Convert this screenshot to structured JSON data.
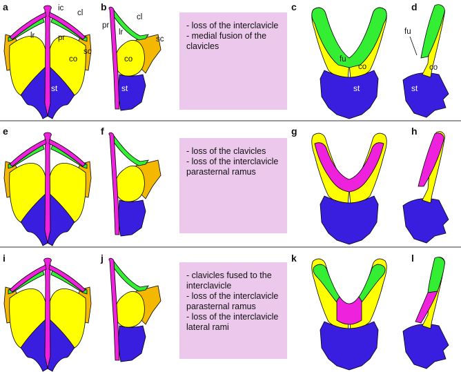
{
  "colors": {
    "sternum": "#3a1ee0",
    "coracoid": "#ffff00",
    "interclavicle": "#ee22dd",
    "clavicle": "#33ee33",
    "scapula": "#f5b800",
    "note_background": "#ecc8ec",
    "divider": "#333333"
  },
  "panels": [
    "a",
    "b",
    "c",
    "d",
    "e",
    "f",
    "g",
    "h",
    "i",
    "j",
    "k",
    "l"
  ],
  "labels": {
    "ic": "ic",
    "cl": "cl",
    "lr": "lr",
    "pr": "pr",
    "sc": "sc",
    "co": "co",
    "st": "st",
    "fu": "fu"
  },
  "rows": [
    {
      "notes": [
        "- loss of the interclavicle",
        "- medial fusion of the clavicles"
      ]
    },
    {
      "notes": [
        "- loss of the clavicles",
        "- loss of the interclavicle parasternal ramus"
      ]
    },
    {
      "notes": [
        "- clavicles fused to the interclavicle",
        "- loss of the interclavicle parasternal ramus",
        "- loss of the interclavicle lateral rami"
      ]
    }
  ]
}
